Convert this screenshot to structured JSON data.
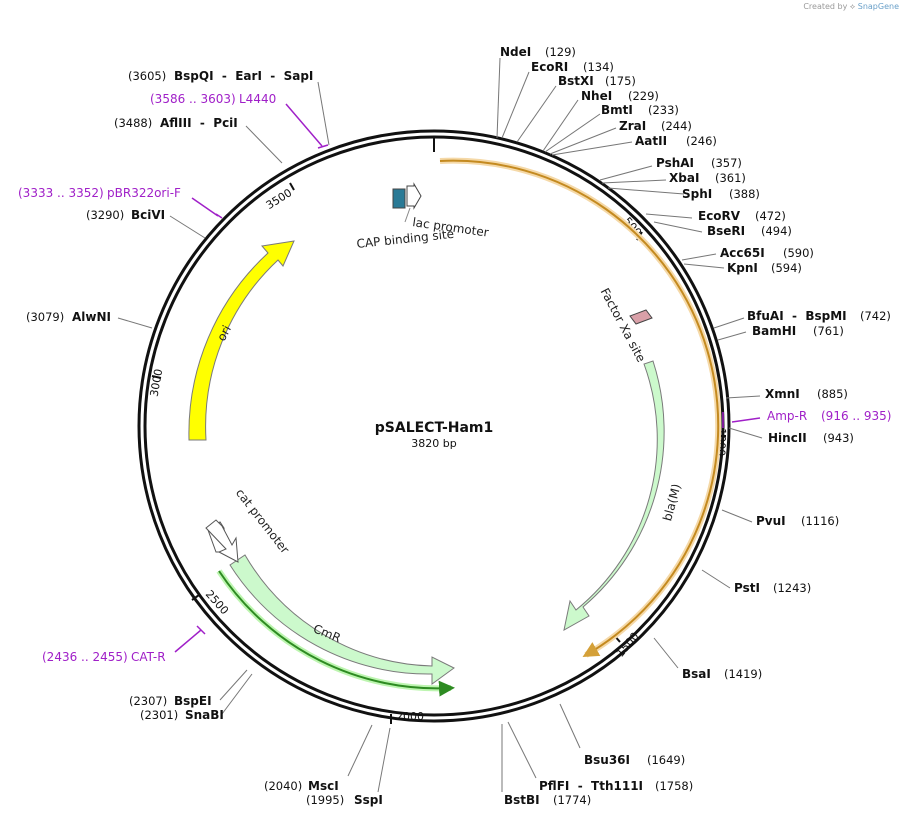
{
  "credit": {
    "prefix": "Created by",
    "brand": "SnapGene"
  },
  "plasmid": {
    "name": "pSALECT-Ham1",
    "length_label": "3820 bp",
    "length": 3820
  },
  "ticks": [
    "500",
    "1000",
    "1500",
    "2000",
    "2500",
    "3000",
    "3500"
  ],
  "sites": [
    {
      "name": "NdeI",
      "pos": "(129)"
    },
    {
      "name": "EcoRI",
      "pos": "(134)"
    },
    {
      "name": "BstXI",
      "pos": "(175)"
    },
    {
      "name": "NheI",
      "pos": "(229)"
    },
    {
      "name": "BmtI",
      "pos": "(233)"
    },
    {
      "name": "ZraI",
      "pos": "(244)"
    },
    {
      "name": "AatII",
      "pos": "(246)"
    },
    {
      "name": "PshAI",
      "pos": "(357)"
    },
    {
      "name": "XbaI",
      "pos": "(361)"
    },
    {
      "name": "SphI",
      "pos": "(388)"
    },
    {
      "name": "EcoRV",
      "pos": "(472)"
    },
    {
      "name": "BseRI",
      "pos": "(494)"
    },
    {
      "name": "Acc65I",
      "pos": "(590)"
    },
    {
      "name": "KpnI",
      "pos": "(594)"
    },
    {
      "name": "BfuAI  -  BspMI",
      "pos": "(742)"
    },
    {
      "name": "BamHI",
      "pos": "(761)"
    },
    {
      "name": "XmnI",
      "pos": "(885)"
    },
    {
      "name": "HincII",
      "pos": "(943)"
    },
    {
      "name": "PvuI",
      "pos": "(1116)"
    },
    {
      "name": "PstI",
      "pos": "(1243)"
    },
    {
      "name": "BsaI",
      "pos": "(1419)"
    },
    {
      "name": "Bsu36I",
      "pos": "(1649)"
    },
    {
      "name": "PflFI  -  Tth111I",
      "pos": "(1758)"
    },
    {
      "name": "BstBI",
      "pos": "(1774)"
    },
    {
      "name": "SspI",
      "pos": "(1995)"
    },
    {
      "name": "MscI",
      "pos": "(2040)"
    },
    {
      "name": "SnaBI",
      "pos": "(2301)"
    },
    {
      "name": "BspEI",
      "pos": "(2307)"
    },
    {
      "name": "AlwNI",
      "pos": "(3079)"
    },
    {
      "name": "BciVI",
      "pos": "(3290)"
    },
    {
      "name": "AflIII  -  PciI",
      "pos": "(3488)"
    },
    {
      "name": "BspQI  -  EarI  -  SapI",
      "pos": "(3605)"
    }
  ],
  "primers": [
    {
      "name": "Amp-R",
      "range": "(916 .. 935)"
    },
    {
      "name": "CAT-R",
      "range": "(2436 .. 2455)"
    },
    {
      "name": "pBR322ori-F",
      "range": "(3333 .. 3352)"
    },
    {
      "name": "L4440",
      "range": "(3586 .. 3603)"
    }
  ],
  "features": [
    {
      "name": "lac promoter",
      "color": "#ffffff"
    },
    {
      "name": "CAP binding site",
      "color": "#2a7a96"
    },
    {
      "name": "Factor Xa site",
      "color": "#d9a0a8"
    },
    {
      "name": "bla(M)",
      "color": "#ccf9cc"
    },
    {
      "name": "CmR",
      "color": "#ccf9cc"
    },
    {
      "name": "cat promoter",
      "color": "#ffffff"
    },
    {
      "name": "ori",
      "color": "#ffff00"
    }
  ],
  "colors": {
    "orf_orange": "#d4a038",
    "orf_green": "#2e8b22",
    "primer": "#a020c8"
  }
}
